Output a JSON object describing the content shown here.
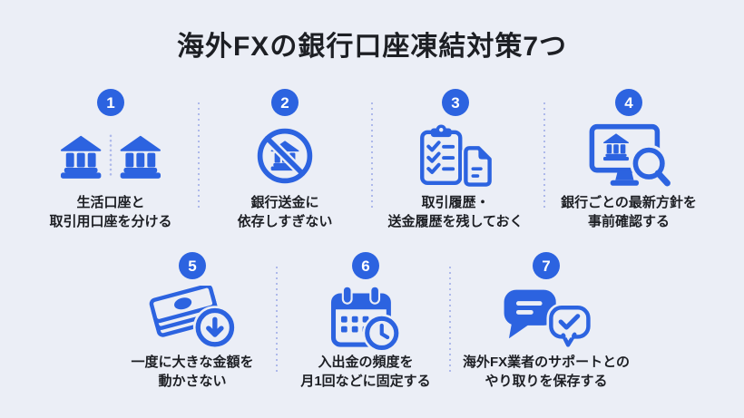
{
  "title": "海外FXの銀行口座凍結対策7つ",
  "colors": {
    "background": "#ebeef6",
    "accent": "#2c63e0",
    "dot": "#aeb9ea",
    "text": "#1d1f24",
    "badge_text": "#ffffff"
  },
  "items": [
    {
      "number": "1",
      "icon": "two-banks-icon",
      "label_line1": "生活口座と",
      "label_line2": "取引用口座を分ける"
    },
    {
      "number": "2",
      "icon": "no-bank-transfer-icon",
      "label_line1": "銀行送金に",
      "label_line2": "依存しすぎない"
    },
    {
      "number": "3",
      "icon": "checklist-document-icon",
      "label_line1": "取引履歴・",
      "label_line2": "送金履歴を残しておく"
    },
    {
      "number": "4",
      "icon": "monitor-bank-search-icon",
      "label_line1": "銀行ごとの最新方針を",
      "label_line2": "事前確認する"
    },
    {
      "number": "5",
      "icon": "money-withdraw-icon",
      "label_line1": "一度に大きな金額を",
      "label_line2": "動かさない"
    },
    {
      "number": "6",
      "icon": "calendar-clock-icon",
      "label_line1": "入出金の頻度を",
      "label_line2": "月1回などに固定する"
    },
    {
      "number": "7",
      "icon": "chat-check-icon",
      "label_line1": "海外FX業者のサポートとの",
      "label_line2": "やり取りを保存する"
    }
  ]
}
